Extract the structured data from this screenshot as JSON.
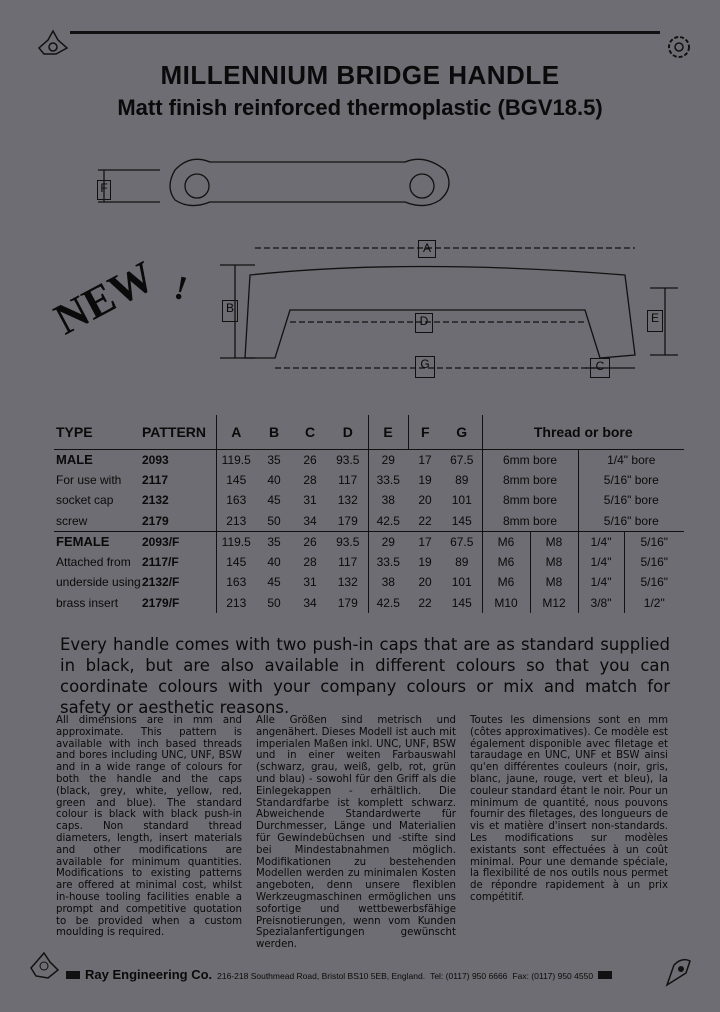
{
  "title": "MILLENNIUM BRIDGE HANDLE",
  "subtitle": "Matt finish reinforced thermoplastic (BGV18.5)",
  "new_tag": "NEW",
  "new_bang": "!",
  "dims": {
    "A": "A",
    "B": "B",
    "C": "C",
    "D": "D",
    "E": "E",
    "F": "F",
    "G": "G"
  },
  "table": {
    "headers": [
      "TYPE",
      "PATTERN",
      "A",
      "B",
      "C",
      "D",
      "E",
      "F",
      "G",
      "Thread or bore"
    ],
    "male": [
      [
        "MALE",
        "2093",
        "119.5",
        "35",
        "26",
        "93.5",
        "29",
        "17",
        "67.5",
        "6mm bore",
        "1/4\" bore"
      ],
      [
        "For use with",
        "2117",
        "145",
        "40",
        "28",
        "117",
        "33.5",
        "19",
        "89",
        "8mm bore",
        "5/16\" bore"
      ],
      [
        "socket cap",
        "2132",
        "163",
        "45",
        "31",
        "132",
        "38",
        "20",
        "101",
        "8mm bore",
        "5/16\" bore"
      ],
      [
        "screw",
        "2179",
        "213",
        "50",
        "34",
        "179",
        "42.5",
        "22",
        "145",
        "8mm bore",
        "5/16\" bore"
      ]
    ],
    "female": [
      [
        "FEMALE",
        "2093/F",
        "119.5",
        "35",
        "26",
        "93.5",
        "29",
        "17",
        "67.5",
        "M6",
        "M8",
        "1/4\"",
        "5/16\""
      ],
      [
        "Attached from",
        "2117/F",
        "145",
        "40",
        "28",
        "117",
        "33.5",
        "19",
        "89",
        "M6",
        "M8",
        "1/4\"",
        "5/16\""
      ],
      [
        "underside using",
        "2132/F",
        "163",
        "45",
        "31",
        "132",
        "38",
        "20",
        "101",
        "M6",
        "M8",
        "1/4\"",
        "5/16\""
      ],
      [
        "brass insert",
        "2179/F",
        "213",
        "50",
        "34",
        "179",
        "42.5",
        "22",
        "145",
        "M10",
        "M12",
        "3/8\"",
        "1/2\""
      ]
    ]
  },
  "intro": "Every handle comes with two push-in caps that are as standard supplied in black, but are also available in different colours so that you can coordinate colours with your company colours or mix and match for safety or aesthetic reasons.",
  "col_en": "All dimensions are in mm and approximate. This pattern is available with inch based threads and bores including UNC, UNF, BSW and in a wide range of colours for both the handle and the caps (black, grey, white, yellow, red, green and blue). The standard colour is black with black push-in caps. Non standard thread diameters, length, insert materials and other modifications are available for minimum quantities. Modifications to existing patterns are offered at minimal cost, whilst in-house tooling facilities enable a prompt and competitive quotation to be provided when a custom moulding is required.",
  "col_de": "Alle Größen sind metrisch und angenähert. Dieses Modell ist auch mit imperialen Maßen inkl. UNC, UNF, BSW und in einer weiten Farbauswahl (schwarz, grau, weiß, gelb, rot, grün und blau) - sowohl für den Griff als die Einlegekappen - erhältlich. Die Standardfarbe ist komplett schwarz. Abweichende Standardwerte für Durchmesser, Länge und Materialien für Gewindebüchsen und -stifte sind bei Mindestabnahmen möglich. Modifikationen zu bestehenden Modellen werden zu minimalen Kosten angeboten, denn unsere flexiblen Werkzeugmaschinen ermöglichen uns sofortige und wettbewerbsfähige Preisnotierungen, wenn vom Kunden Spezialanfertigungen gewünscht werden.",
  "col_fr": "Toutes les dimensions sont en mm (côtes approximatives). Ce modèle est également disponible avec filetage et taraudage en UNC, UNF et BSW ainsi qu'en différentes couleurs (noir, gris, blanc, jaune, rouge, vert et bleu), la couleur standard étant le noir. Pour un minimum de quantité, nous pouvons fournir des filetages, des longueurs de vis et matière d'insert non-standards. Les modifications sur modèles existants sont effectuées à un coût minimal. Pour une demande spéciale, la flexibilité de nos outils nous permet de répondre rapidement à un prix compétitif.",
  "footer": {
    "company": "Ray Engineering Co.",
    "address": "216-218 Southmead Road, Bristol BS10 5EB, England.",
    "tel": "Tel: (0117) 950 6666",
    "fax": "Fax: (0117) 950 4550"
  }
}
